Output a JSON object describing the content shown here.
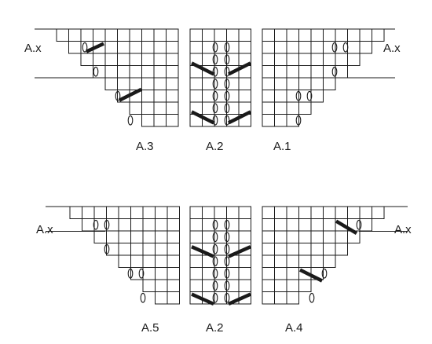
{
  "labels": {
    "top_left_ax": "A.x",
    "top_right_ax": "A.x",
    "top_a3": "A.3",
    "top_a2": "A.2",
    "top_a1": "A.1",
    "bottom_left_ax": "A.x",
    "bottom_right_ax": "A.x",
    "bottom_a5": "A.5",
    "bottom_a2": "A.2",
    "bottom_a4": "A.4"
  },
  "symbols": {
    "stitch_oval": "yarn-over-oval",
    "bar": "cable-decrease-bar"
  },
  "colors": {
    "grid": "#1a1a1a",
    "background": "#ffffff"
  }
}
